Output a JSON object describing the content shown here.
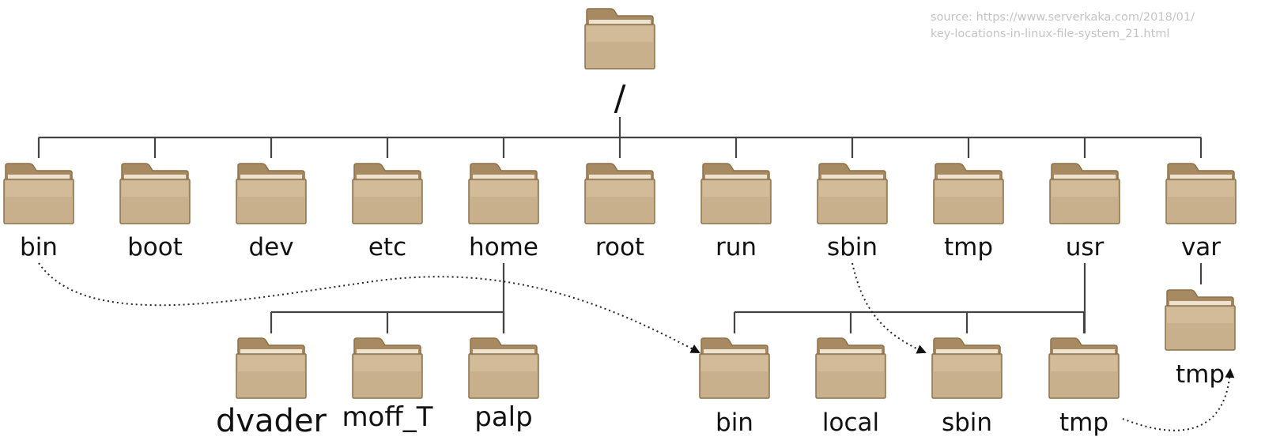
{
  "source_note": {
    "line1": "source: https://www.serverkaka.com/2018/01/",
    "line2": "key-locations-in-linux-file-system_21.html"
  },
  "root": {
    "name": "/",
    "icon": "folder-icon"
  },
  "top_level": [
    "bin",
    "boot",
    "dev",
    "etc",
    "home",
    "root",
    "run",
    "sbin",
    "tmp",
    "usr",
    "var"
  ],
  "home_children": [
    "dvader",
    "moff_T",
    "palp"
  ],
  "usr_children": [
    "bin",
    "local",
    "sbin",
    "tmp"
  ],
  "var_children": [
    "tmp"
  ],
  "links": [
    {
      "from": "/bin",
      "to": "/usr/bin"
    },
    {
      "from": "/sbin",
      "to": "/usr/sbin"
    },
    {
      "from": "/usr/tmp",
      "to": "/var/tmp"
    }
  ],
  "colors": {
    "folder_body": "#c9b08c",
    "folder_tab": "#a88a62",
    "folder_outline": "#8c7048",
    "tree_line": "#444444",
    "source_text": "#c3c3c3"
  }
}
